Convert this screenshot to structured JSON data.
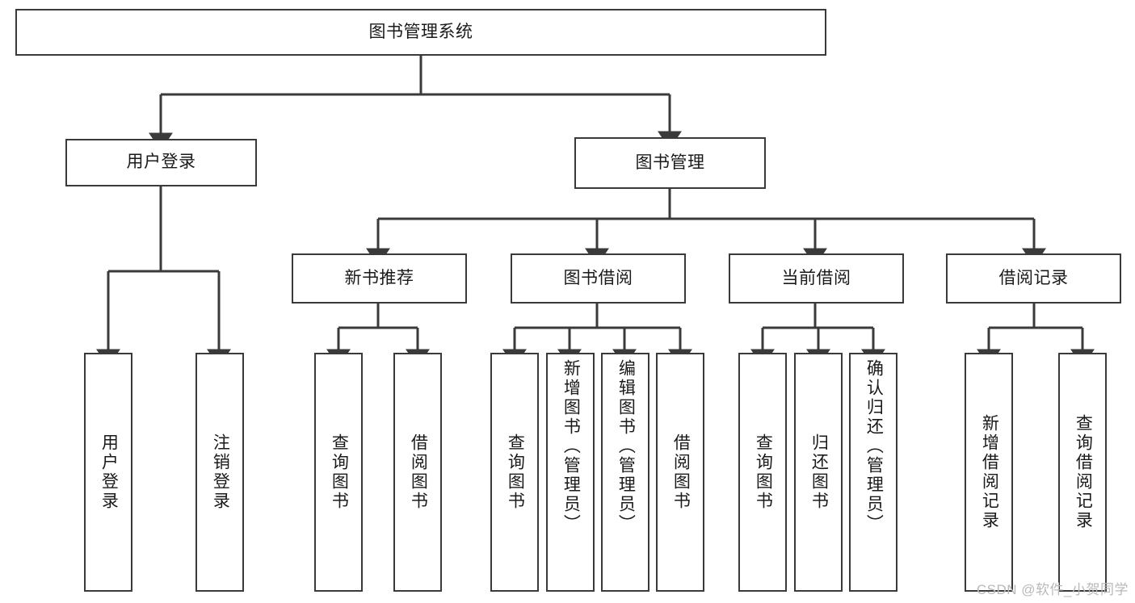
{
  "diagram": {
    "type": "tree-hierarchy",
    "title": "图书管理系统",
    "orientation": "top-down",
    "colors": {
      "box_border": "#3a3a3a",
      "box_fill": "#ffffff",
      "connector": "#3a3a3a",
      "text": "#1a1a1a",
      "watermark": "#b9b9b9"
    },
    "nodes": {
      "root": {
        "label": "图书管理系统",
        "level": 1
      },
      "n_user_login": {
        "label": "用户登录",
        "level": 2
      },
      "n_book_mgmt": {
        "label": "图书管理",
        "level": 2
      },
      "n_new_book_rec": {
        "label": "新书推荐",
        "level": 3
      },
      "n_book_borrow": {
        "label": "图书借阅",
        "level": 3
      },
      "n_current_borrow": {
        "label": "当前借阅",
        "level": 3
      },
      "n_borrow_record": {
        "label": "借阅记录",
        "level": 3
      },
      "leaf_user_login": {
        "label": "用户登录",
        "level": 4,
        "orientation": "vertical"
      },
      "leaf_logout": {
        "label": "注销登录",
        "level": 4,
        "orientation": "vertical"
      },
      "leaf_query_book_1": {
        "label": "查询图书",
        "level": 4,
        "orientation": "vertical"
      },
      "leaf_borrow_book_1": {
        "label": "借阅图书",
        "level": 4,
        "orientation": "vertical"
      },
      "leaf_query_book_2": {
        "label": "查询图书",
        "level": 4,
        "orientation": "vertical"
      },
      "leaf_add_book": {
        "label": "新增图书（管理员）",
        "level": 4,
        "orientation": "vertical"
      },
      "leaf_edit_book": {
        "label": "编辑图书（管理员）",
        "level": 4,
        "orientation": "vertical"
      },
      "leaf_borrow_book_2": {
        "label": "借阅图书",
        "level": 4,
        "orientation": "vertical"
      },
      "leaf_query_book_3": {
        "label": "查询图书",
        "level": 4,
        "orientation": "vertical"
      },
      "leaf_return_book": {
        "label": "归还图书",
        "level": 4,
        "orientation": "vertical"
      },
      "leaf_confirm_return": {
        "label": "确认归还（管理员）",
        "level": 4,
        "orientation": "vertical"
      },
      "leaf_add_record": {
        "label": "新增借阅记录",
        "level": 4,
        "orientation": "vertical"
      },
      "leaf_query_record": {
        "label": "查询借阅记录",
        "level": 4,
        "orientation": "vertical"
      }
    },
    "edges": [
      {
        "from": "root",
        "to": "n_user_login"
      },
      {
        "from": "root",
        "to": "n_book_mgmt"
      },
      {
        "from": "n_user_login",
        "to": "leaf_user_login"
      },
      {
        "from": "n_user_login",
        "to": "leaf_logout"
      },
      {
        "from": "n_book_mgmt",
        "to": "n_new_book_rec"
      },
      {
        "from": "n_book_mgmt",
        "to": "n_book_borrow"
      },
      {
        "from": "n_book_mgmt",
        "to": "n_current_borrow"
      },
      {
        "from": "n_book_mgmt",
        "to": "n_borrow_record"
      },
      {
        "from": "n_new_book_rec",
        "to": "leaf_query_book_1"
      },
      {
        "from": "n_new_book_rec",
        "to": "leaf_borrow_book_1"
      },
      {
        "from": "n_book_borrow",
        "to": "leaf_query_book_2"
      },
      {
        "from": "n_book_borrow",
        "to": "leaf_add_book"
      },
      {
        "from": "n_book_borrow",
        "to": "leaf_edit_book"
      },
      {
        "from": "n_book_borrow",
        "to": "leaf_borrow_book_2"
      },
      {
        "from": "n_current_borrow",
        "to": "leaf_query_book_3"
      },
      {
        "from": "n_current_borrow",
        "to": "leaf_return_book"
      },
      {
        "from": "n_current_borrow",
        "to": "leaf_confirm_return"
      },
      {
        "from": "n_borrow_record",
        "to": "leaf_add_record"
      },
      {
        "from": "n_borrow_record",
        "to": "leaf_query_record"
      }
    ]
  },
  "watermark": {
    "text": "CSDN @软件_小贺同学"
  }
}
